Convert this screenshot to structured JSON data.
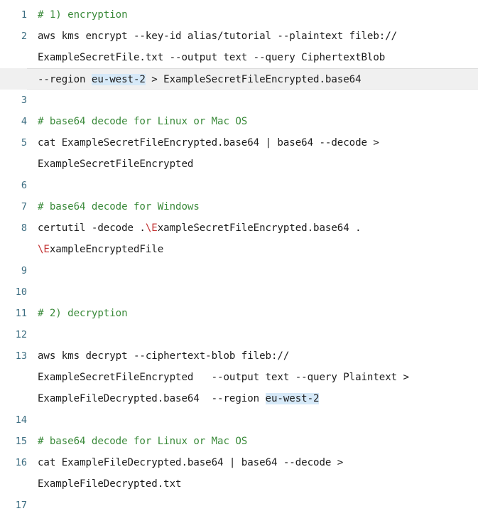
{
  "editor": {
    "language": "shell",
    "colors": {
      "background": "#ffffff",
      "line_number": "#3d6e82",
      "code_text": "#1b1b1b",
      "comment": "#3a8a3a",
      "escape": "#c23030",
      "token_highlight": "#d6e9f8",
      "band_highlight": "#f0f0f0"
    }
  },
  "rows": [
    {
      "number": "1",
      "continuation": false,
      "band": false,
      "segments": [
        {
          "text": "# 1) encryption",
          "style": "comment"
        }
      ]
    },
    {
      "number": "2",
      "continuation": false,
      "band": false,
      "segments": [
        {
          "text": "aws kms encrypt --key-id alias/tutorial --plaintext fileb://",
          "style": "code"
        }
      ]
    },
    {
      "number": "",
      "continuation": true,
      "band": false,
      "segments": [
        {
          "text": "ExampleSecretFile.txt --output text --query CiphertextBlob",
          "style": "code"
        }
      ]
    },
    {
      "number": "",
      "continuation": true,
      "band": true,
      "segments": [
        {
          "text": "--region ",
          "style": "code"
        },
        {
          "text": "eu-west-2",
          "style": "code-highlight"
        },
        {
          "text": " > ExampleSecretFileEncrypted.base64",
          "style": "code"
        }
      ]
    },
    {
      "number": "3",
      "continuation": false,
      "band": false,
      "segments": []
    },
    {
      "number": "4",
      "continuation": false,
      "band": false,
      "segments": [
        {
          "text": "# base64 decode for Linux or Mac OS",
          "style": "comment"
        }
      ]
    },
    {
      "number": "5",
      "continuation": false,
      "band": false,
      "segments": [
        {
          "text": "cat ExampleSecretFileEncrypted.base64 | base64 --decode >",
          "style": "code"
        }
      ]
    },
    {
      "number": "",
      "continuation": true,
      "band": false,
      "segments": [
        {
          "text": "ExampleSecretFileEncrypted",
          "style": "code"
        }
      ]
    },
    {
      "number": "6",
      "continuation": false,
      "band": false,
      "segments": []
    },
    {
      "number": "7",
      "continuation": false,
      "band": false,
      "segments": [
        {
          "text": "# base64 decode for Windows",
          "style": "comment"
        }
      ]
    },
    {
      "number": "8",
      "continuation": false,
      "band": false,
      "segments": [
        {
          "text": "certutil -decode .",
          "style": "code"
        },
        {
          "text": "\\E",
          "style": "escape"
        },
        {
          "text": "xampleSecretFileEncrypted.base64 .",
          "style": "code"
        }
      ]
    },
    {
      "number": "",
      "continuation": true,
      "band": false,
      "segments": [
        {
          "text": "\\E",
          "style": "escape"
        },
        {
          "text": "xampleEncryptedFile",
          "style": "code"
        }
      ]
    },
    {
      "number": "9",
      "continuation": false,
      "band": false,
      "segments": []
    },
    {
      "number": "10",
      "continuation": false,
      "band": false,
      "segments": []
    },
    {
      "number": "11",
      "continuation": false,
      "band": false,
      "segments": [
        {
          "text": "# 2) decryption",
          "style": "comment"
        }
      ]
    },
    {
      "number": "12",
      "continuation": false,
      "band": false,
      "segments": []
    },
    {
      "number": "13",
      "continuation": false,
      "band": false,
      "segments": [
        {
          "text": "aws kms decrypt --ciphertext-blob fileb://",
          "style": "code"
        }
      ]
    },
    {
      "number": "",
      "continuation": true,
      "band": false,
      "segments": [
        {
          "text": "ExampleSecretFileEncrypted   --output text --query Plaintext >",
          "style": "code"
        }
      ]
    },
    {
      "number": "",
      "continuation": true,
      "band": false,
      "segments": [
        {
          "text": "ExampleFileDecrypted.base64  --region ",
          "style": "code"
        },
        {
          "text": "eu-west-2",
          "style": "code-highlight"
        }
      ]
    },
    {
      "number": "14",
      "continuation": false,
      "band": false,
      "segments": []
    },
    {
      "number": "15",
      "continuation": false,
      "band": false,
      "segments": [
        {
          "text": "# base64 decode for Linux or Mac OS",
          "style": "comment"
        }
      ]
    },
    {
      "number": "16",
      "continuation": false,
      "band": false,
      "segments": [
        {
          "text": "cat ExampleFileDecrypted.base64 | base64 --decode >",
          "style": "code"
        }
      ]
    },
    {
      "number": "",
      "continuation": true,
      "band": false,
      "segments": [
        {
          "text": "ExampleFileDecrypted.txt",
          "style": "code"
        }
      ]
    },
    {
      "number": "17",
      "continuation": false,
      "band": false,
      "segments": []
    }
  ]
}
